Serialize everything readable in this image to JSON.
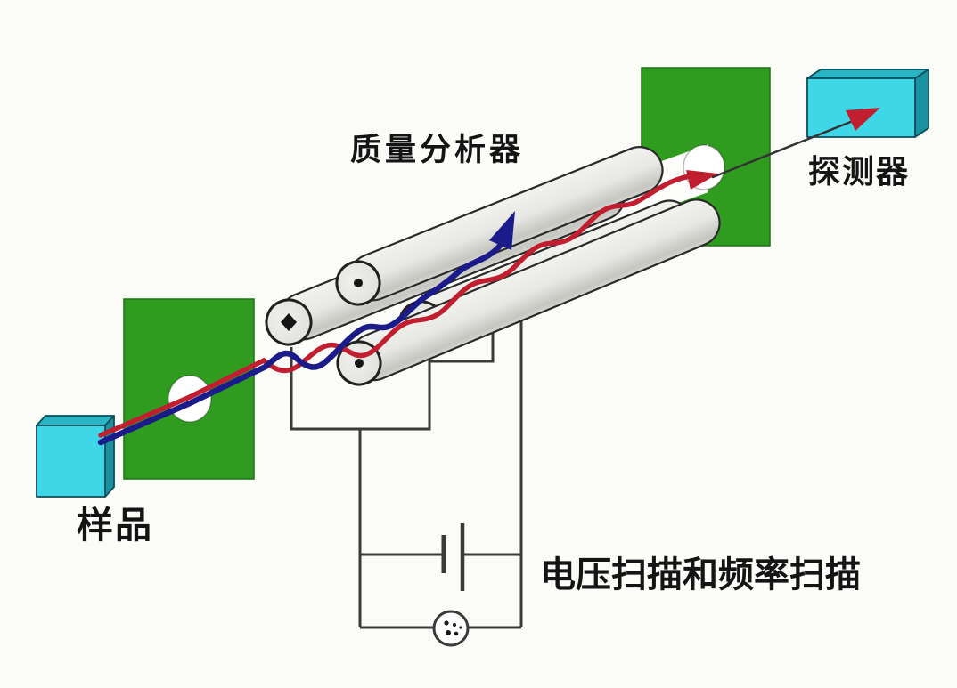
{
  "diagram": {
    "title": "Quadrupole mass spectrometer schematic",
    "labels": {
      "mass_analyzer": "质量分析器",
      "detector": "探测器",
      "sample": "样品",
      "voltage_scan": "电压扫描和频率扫描"
    },
    "components": {
      "sample_box": "sample inlet cube",
      "entrance_plate": "ion source plate with aperture",
      "rods": "four quadrupole rods (dot pair and diamond pair end markers)",
      "exit_plate": "exit plate with aperture",
      "detector_box": "detector cube",
      "dc_source": "battery symbol",
      "rf_source": "AC source circle",
      "stable_ion_path": "red resonant ion trajectory",
      "unstable_ion_path": "blue non-resonant ion trajectory deflected upward"
    },
    "colors": {
      "background": "#fbfbf8",
      "plate_green": "#2f9c20",
      "plate_green_edge": "#1d7310",
      "box_cyan_front": "#3fd7e7",
      "box_cyan_top": "#2ab4c4",
      "box_cyan_side": "#1a91a1",
      "box_outline": "#0b4e58",
      "rod_gray": "#e7e7e3",
      "rod_outline": "#2a2a2a",
      "ion_red": "#c11f2f",
      "ion_blue": "#1b1b8a",
      "wire_dark": "#3a3a3a",
      "text": "#141414"
    }
  }
}
